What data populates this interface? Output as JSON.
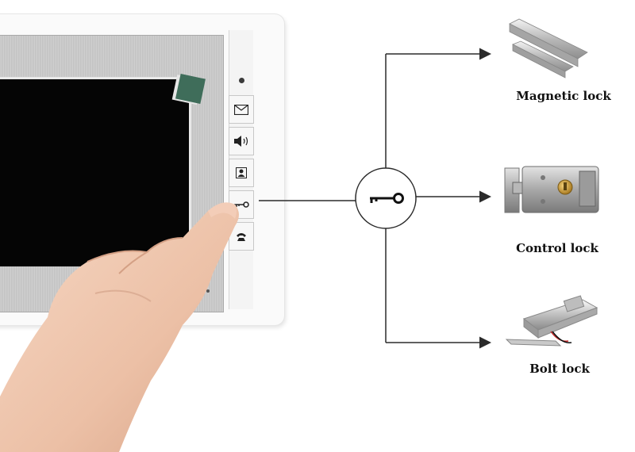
{
  "device": {
    "buttons": [
      {
        "icon": "envelope-icon"
      },
      {
        "icon": "speaker-icon"
      },
      {
        "icon": "contacts-icon"
      },
      {
        "icon": "key-icon"
      },
      {
        "icon": "phone-icon"
      }
    ]
  },
  "hub": {
    "icon": "key-icon"
  },
  "locks": [
    {
      "label": "Magnetic lock",
      "icon": "magnetic-lock-image"
    },
    {
      "label": "Control lock",
      "icon": "control-lock-image"
    },
    {
      "label": "Bolt lock",
      "icon": "bolt-lock-image"
    }
  ],
  "colors": {
    "line": "#2b2b2b",
    "screen": "#050505",
    "sticker": "#3f6d5a",
    "device_frame": "#fafafa"
  }
}
